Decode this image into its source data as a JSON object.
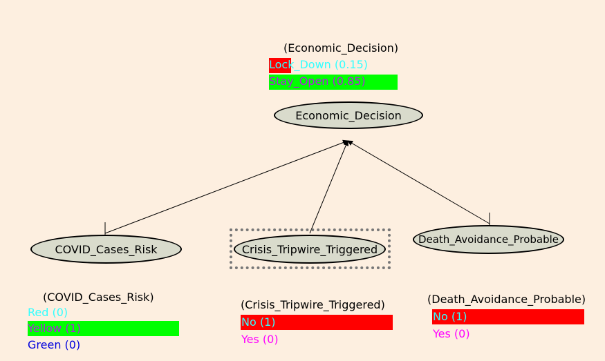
{
  "colors": {
    "background": "#fdefe0",
    "node_fill": "#d9dbcc",
    "red": "#ff0000",
    "green": "#00ff00",
    "cyan": "#33ffff",
    "purple": "#b020e0",
    "magenta": "#ff00ff",
    "blue": "#0000dd"
  },
  "nodes": {
    "economic": {
      "label": "Economic_Decision"
    },
    "covid": {
      "label": "COVID_Cases_Risk"
    },
    "crisis": {
      "label": "Crisis_Tripwire_Triggered"
    },
    "death": {
      "label": "Death_Avoidance_Probable"
    }
  },
  "panels": {
    "economic": {
      "title": "(Economic_Decision)",
      "states": [
        {
          "label": "Lock_Down (0.15)",
          "value": 0.15
        },
        {
          "label": "Stay_Open (0.85)",
          "value": 0.85
        }
      ]
    },
    "covid": {
      "title": "(COVID_Cases_Risk)",
      "states": [
        {
          "label": "Red (0)",
          "value": 0
        },
        {
          "label": "Yellow (1)",
          "value": 1
        },
        {
          "label": "Green (0)",
          "value": 0
        }
      ]
    },
    "crisis": {
      "title": "(Crisis_Tripwire_Triggered)",
      "states": [
        {
          "label": "No (1)",
          "value": 1
        },
        {
          "label": "Yes (0)",
          "value": 0
        }
      ]
    },
    "death": {
      "title": "(Death_Avoidance_Probable)",
      "states": [
        {
          "label": "No (1)",
          "value": 1
        },
        {
          "label": "Yes (0)",
          "value": 0
        }
      ]
    }
  }
}
